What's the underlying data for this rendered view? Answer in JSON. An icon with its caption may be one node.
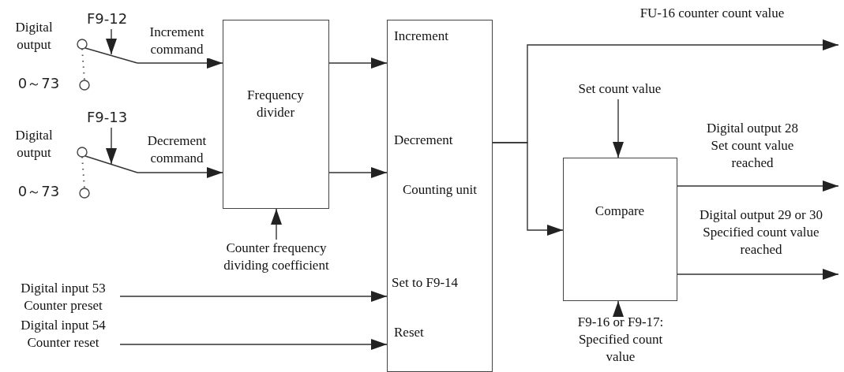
{
  "diagram": {
    "nodes": [
      {
        "text": [],
        "shape": "switch",
        "beside": [
          "Digital output",
          "0～73"
        ]
      },
      {
        "text": [
          "F9-12"
        ]
      },
      {
        "text": [],
        "shape": "switch",
        "beside": [
          "Digital output",
          "0～73"
        ]
      },
      {
        "text": [
          "F9-13"
        ]
      },
      {
        "text": [
          "Frequency divider"
        ]
      },
      {
        "text": [
          "Counter frequency dividing coefficient"
        ]
      },
      {
        "text": [
          "Digital input 53 Counter preset"
        ]
      },
      {
        "text": [
          "Digital input 54 Counter reset"
        ]
      },
      {
        "text": [
          "Increment",
          "Decrement",
          "Counting unit",
          "Set to F9-14",
          "Reset"
        ]
      },
      {
        "text": [
          "Set count value"
        ]
      },
      {
        "text": [
          "Compare"
        ]
      },
      {
        "text": [
          "F9-16 or F9-17: Specified count value"
        ]
      }
    ],
    "edges": [
      {
        "from": 1,
        "to": 0,
        "arrow": "to"
      },
      {
        "from": 3,
        "to": 2,
        "arrow": "to"
      },
      {
        "from": 0,
        "to": 4,
        "arrow": "to",
        "label": "Increment command"
      },
      {
        "from": 2,
        "to": 4,
        "arrow": "to",
        "label": "Decrement command"
      },
      {
        "from": 4,
        "to": 8,
        "arrow": "to"
      },
      {
        "from": 4,
        "to": 8,
        "arrow": "to"
      },
      {
        "from": 5,
        "to": 4,
        "arrow": "to"
      },
      {
        "from": 6,
        "to": 8,
        "arrow": "to"
      },
      {
        "from": 7,
        "to": 8,
        "arrow": "to"
      },
      {
        "from": 8,
        "to": null,
        "arrow": "to",
        "label": "FU-16 counter count value"
      },
      {
        "from": 8,
        "to": 10,
        "arrow": "to"
      },
      {
        "from": 9,
        "to": 10,
        "arrow": "to"
      },
      {
        "from": 11,
        "to": 10,
        "arrow": "to"
      },
      {
        "from": 10,
        "to": null,
        "arrow": "to",
        "label": "Digital output 28 Set count value reached"
      },
      {
        "from": 10,
        "to": null,
        "arrow": "to",
        "label": "Digital output 29 or 30 Specified count value reached"
      }
    ]
  }
}
